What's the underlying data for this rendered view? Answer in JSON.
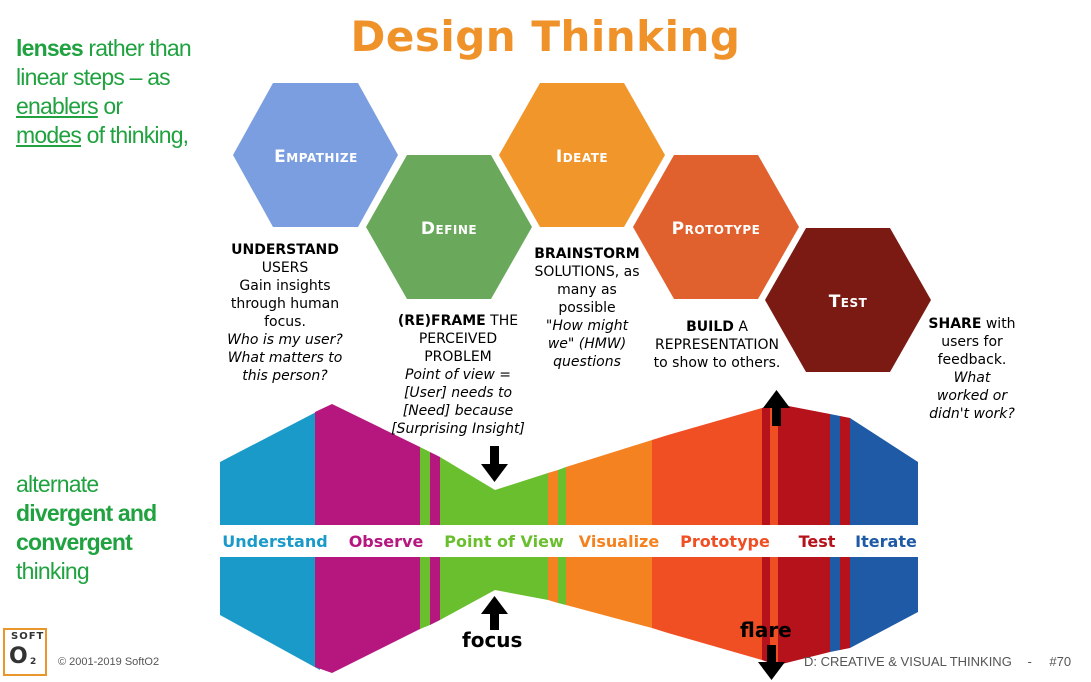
{
  "title": "Design Thinking",
  "lead": {
    "lenses": "lenses",
    "rest1": " rather than",
    "line2": "linear steps – as",
    "enablers": "enablers",
    "or": " or",
    "modes": "modes",
    "rest4": " of thinking,"
  },
  "side": {
    "line1": "alternate",
    "line2": "divergent and",
    "line3": "convergent",
    "line4": "thinking"
  },
  "hexagons": [
    {
      "label": "Empathize",
      "color": "#7b9ee0"
    },
    {
      "label": "Define",
      "color": "#6aa85c"
    },
    {
      "label": "Ideate",
      "color": "#f0962a"
    },
    {
      "label": "Prototype",
      "color": "#e0612e"
    },
    {
      "label": "Test",
      "color": "#7b1a12"
    }
  ],
  "descriptions": {
    "empathize": [
      "UNDERSTAND",
      "USERS",
      "Gain insights",
      "through human",
      "focus.",
      "Who is my user?",
      "What matters to",
      "this person?"
    ],
    "define": [
      "(RE)FRAME",
      " THE",
      "PERCEIVED",
      "PROBLEM",
      "Point of view =",
      "[User] needs to",
      "[Need] because",
      "[Surprising Insight]"
    ],
    "ideate": [
      "BRAINSTORM",
      "SOLUTIONS, as",
      "many as",
      "possible",
      "\"How might",
      "we\" (HMW)",
      "questions"
    ],
    "prototype": [
      "BUILD",
      " A",
      "REPRESENTATION",
      "to show to others."
    ],
    "test": [
      "SHARE",
      " with",
      "users for",
      "feedback.",
      "What",
      "worked or",
      "didn't work?"
    ]
  },
  "stages": [
    {
      "label": "Understand",
      "color": "#1a9ac9"
    },
    {
      "label": "Observe",
      "color": "#b5177f"
    },
    {
      "label": "Point of View",
      "color": "#6abf2e"
    },
    {
      "label": "Visualize",
      "color": "#f58220"
    },
    {
      "label": "Prototype",
      "color": "#f04e23"
    },
    {
      "label": "Test",
      "color": "#b5121b"
    },
    {
      "label": "Iterate",
      "color": "#1f5aa6"
    }
  ],
  "focus_label": "focus",
  "flare_label": "flare",
  "footer": {
    "copyright": "© 2001-2019 SoftO2",
    "section": "D: CREATIVE & VISUAL THINKING",
    "sep": "-",
    "page": "#70"
  },
  "logo": {
    "top": "SOFT",
    "main": "O",
    "sub": "2"
  }
}
